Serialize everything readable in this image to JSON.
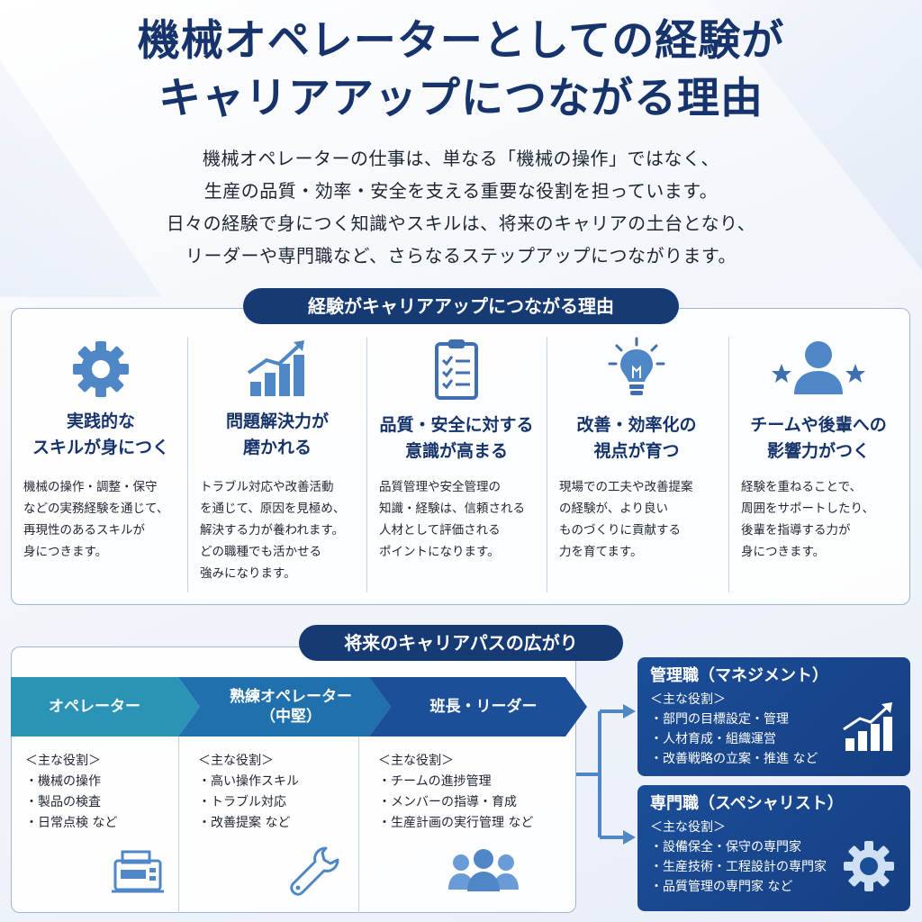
{
  "header": {
    "title_line1": "機械オペレーターとしての経験が",
    "title_line2": "キャリアアップにつながる理由",
    "intro_lines": [
      "機械オペレーターの仕事は、単なる「機械の操作」ではなく、",
      "生産の品質・効率・安全を支える重要な役割を担っています。",
      "日々の経験で身につく知識やスキルは、将来のキャリアの土台となり、",
      "リーダーや専門職など、さらなるステップアップにつながります。"
    ]
  },
  "reasons": {
    "heading": "経験がキャリアアップにつながる理由",
    "items": [
      {
        "icon": "gear-icon",
        "title_line1": "実践的な",
        "title_line2": "スキルが身につく",
        "desc": [
          "機械の操作・調整・保守",
          "などの実務経験を通じて、",
          "再現性のあるスキルが",
          "身につきます。"
        ]
      },
      {
        "icon": "growth-chart-icon",
        "title_line1": "問題解決力が",
        "title_line2": "磨かれる",
        "desc": [
          "トラブル対応や改善活動",
          "を通じて、原因を見極め、",
          "解決する力が養われます。",
          "どの職種でも活かせる",
          "強みになります。"
        ]
      },
      {
        "icon": "checklist-icon",
        "title_line1": "品質・安全に対する",
        "title_line2": "意識が高まる",
        "desc": [
          "品質管理や安全管理の",
          "知識・経験は、信頼される",
          "人材として評価される",
          "ポイントになります。"
        ]
      },
      {
        "icon": "lightbulb-icon",
        "title_line1": "改善・効率化の",
        "title_line2": "視点が育つ",
        "desc": [
          "現場での工夫や改善提案",
          "の経験が、より良い",
          "ものづくりに貢献する",
          "力を育てます。"
        ]
      },
      {
        "icon": "person-stars-icon",
        "title_line1": "チームや後輩への",
        "title_line2": "影響力がつく",
        "desc": [
          "経験を重ねることで、",
          "周囲をサポートしたり、",
          "後輩を指導する力が",
          "身につきます。"
        ]
      }
    ]
  },
  "career": {
    "heading": "将来のキャリアパスの広がり",
    "steps": [
      {
        "label_line1": "オペレーター",
        "label_line2": "",
        "roles": [
          "＜主な役割＞",
          "・機械の操作",
          "・製品の検査",
          "・日常点検 など"
        ],
        "icon": "machine-icon"
      },
      {
        "label_line1": "熟練オペレーター",
        "label_line2": "（中堅）",
        "roles": [
          "＜主な役割＞",
          "・高い操作スキル",
          "・トラブル対応",
          "・改善提案 など"
        ],
        "icon": "wrench-icon"
      },
      {
        "label_line1": "班長・リーダー",
        "label_line2": "",
        "roles": [
          "＜主な役割＞",
          "・チームの進捗管理",
          "・メンバーの指導・育成",
          "・生産計画の実行管理 など"
        ],
        "icon": "team-icon"
      }
    ],
    "paths": [
      {
        "title": "管理職（マネジメント）",
        "lines": [
          "＜主な役割＞",
          "・部門の目標設定・管理",
          "・人材育成・組織運営",
          "・改善戦略の立案・推進 など"
        ],
        "icon": "growth-chart-icon"
      },
      {
        "title": "専門職（スペシャリスト）",
        "lines": [
          "＜主な役割＞",
          "・設備保全・保守の専門家",
          "・生産技術・工程設計の専門家",
          "・品質管理の専門家 など"
        ],
        "icon": "gear-icon"
      }
    ]
  },
  "colors": {
    "navy": "#163a73",
    "step1": "#2b94b6",
    "step2": "#1f70ad",
    "step3": "#1d4f98",
    "accent_icon": "#4f86c6"
  }
}
